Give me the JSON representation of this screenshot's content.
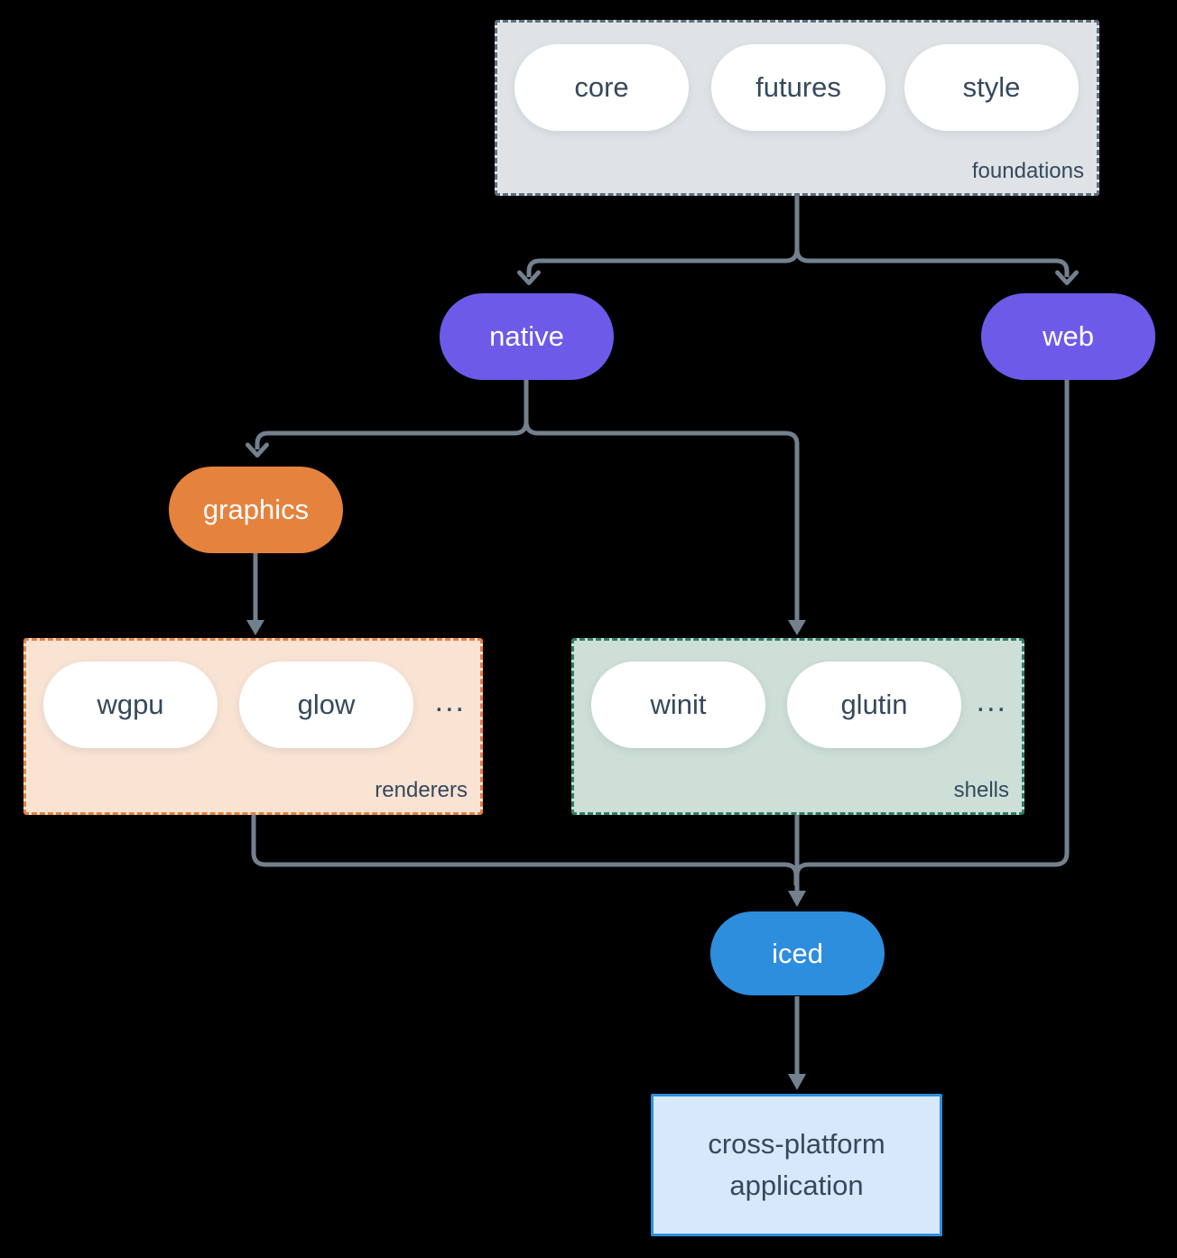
{
  "palette": {
    "background": "#000000",
    "connector": "#73808E",
    "node_purple": "#6C5BE8",
    "node_orange": "#E5823D",
    "node_blue": "#2D8EDE",
    "pill_bg": "#FFFFFF",
    "dark_text": "#35495E",
    "foundations_bg": "#DFE3E6",
    "foundations_border": "#5F707F",
    "renderers_bg": "#F9E3D3",
    "renderers_border": "#E5813C",
    "shells_bg": "#CDDFD7",
    "shells_border": "#2E7D6B",
    "app_bg": "#D6E8F9",
    "app_border": "#2D8EDE"
  },
  "foundations": {
    "label": "foundations",
    "pills": [
      "core",
      "futures",
      "style"
    ]
  },
  "nodes": {
    "native": {
      "label": "native"
    },
    "web": {
      "label": "web"
    },
    "graphics": {
      "label": "graphics"
    },
    "iced": {
      "label": "iced"
    }
  },
  "renderers": {
    "label": "renderers",
    "pills": [
      "wgpu",
      "glow"
    ],
    "more": "..."
  },
  "shells": {
    "label": "shells",
    "pills": [
      "winit",
      "glutin"
    ],
    "more": "..."
  },
  "app": {
    "label": "cross-platform application"
  }
}
